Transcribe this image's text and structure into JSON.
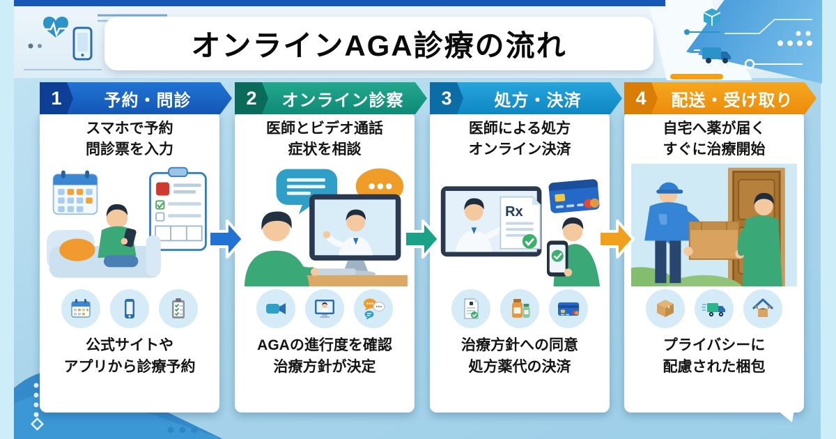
{
  "title": "オンラインAGA診療の流れ",
  "steps": [
    {
      "number": "1",
      "label": "予約・問診",
      "subtitle": [
        "スマホで予約",
        "問診票を入力"
      ],
      "caption": [
        "公式サイトや",
        "アプリから診療予約"
      ],
      "icons": [
        "calendar-icon",
        "smartphone-icon",
        "checklist-icon"
      ],
      "banner_color": "#1356b6",
      "number_box_color": "#0c3f95",
      "illustration": "man on sofa booking with smartphone, calendar and intake form"
    },
    {
      "number": "2",
      "label": "オンライン診察",
      "subtitle": [
        "医師とビデオ通話",
        "症状を相談"
      ],
      "caption": [
        "AGAの進行度を確認",
        "治療方針が決定"
      ],
      "icons": [
        "video-camera-icon",
        "doctor-monitor-icon",
        "chat-bubbles-icon"
      ],
      "banner_color": "#0e8a76",
      "number_box_color": "#0a6b5a",
      "illustration": "patient video-calling doctor shown on desktop monitor with speech bubbles"
    },
    {
      "number": "3",
      "label": "処方・決済",
      "subtitle": [
        "医師による処方",
        "オンライン決済"
      ],
      "caption": [
        "治療方針への同意",
        "処方薬代の決済"
      ],
      "icons": [
        "prescription-icon",
        "medicine-bottles-icon",
        "credit-card-icon"
      ],
      "banner_color": "#0e86c3",
      "number_box_color": "#0b6ca6",
      "rx_label": "Rx",
      "illustration": "doctor on monitor pointing at prescription, credit card, patient paying on phone"
    },
    {
      "number": "4",
      "label": "配送・受け取り",
      "subtitle": [
        "自宅へ薬が届く",
        "すぐに治療開始"
      ],
      "caption": [
        "プライバシーに",
        "配慮された梱包"
      ],
      "icons": [
        "package-box-icon",
        "delivery-truck-icon",
        "home-open-box-icon"
      ],
      "banner_color": "#ec8b0b",
      "number_box_color": "#da7d06",
      "illustration": "courier in blue uniform handing cardboard parcel to man at wooden front door"
    }
  ],
  "arrows": [
    {
      "between": "step1-step2",
      "color": "#2272d3"
    },
    {
      "between": "step2-step3",
      "color": "#1ba188"
    },
    {
      "between": "step3-step4",
      "color": "#f0a01c"
    }
  ],
  "colors": {
    "background": "#a9d4ea",
    "edge_strip": "#cdeef8",
    "top_bar": "#1757b5",
    "card_background": "#ffffff",
    "text": "#141414",
    "icon_circle": "#d6ebf8",
    "accent_orange": "#f2a018",
    "decor_blue": "#2e86c9"
  }
}
